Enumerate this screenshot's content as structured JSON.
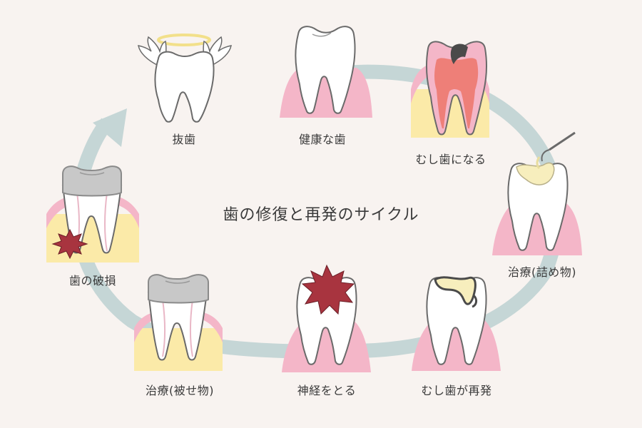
{
  "title": "歯の修復と再発のサイクル",
  "colors": {
    "background": "#f8f3f0",
    "cycle_arrow": "#c5d6d6",
    "gum": "#f4b6c8",
    "bone": "#fbeaa8",
    "tooth": "#ffffff",
    "tooth_outline": "#6a6a6a",
    "pulp": "#f4b6c8",
    "inflamed_pulp": "#ee7f78",
    "decay": "#4a4a4a",
    "filling": "#f7eebd",
    "crown": "#c8c8c8",
    "lesion": "#a8343f"
  },
  "stages": [
    {
      "id": "healthy",
      "label": "健康な歯",
      "icon": "healthy-tooth-icon"
    },
    {
      "id": "cavity",
      "label": "むし歯になる",
      "icon": "decayed-tooth-icon"
    },
    {
      "id": "filling",
      "label": "治療(詰め物)",
      "icon": "filled-tooth-icon"
    },
    {
      "id": "recurrence",
      "label": "むし歯が再発",
      "icon": "recurring-decay-tooth-icon"
    },
    {
      "id": "nerve",
      "label": "神経をとる",
      "icon": "nerve-removal-tooth-icon"
    },
    {
      "id": "crown",
      "label": "治療(被せ物)",
      "icon": "crowned-tooth-icon"
    },
    {
      "id": "fracture",
      "label": "歯の破損",
      "icon": "fractured-tooth-icon"
    },
    {
      "id": "extraction",
      "label": "抜歯",
      "icon": "angel-tooth-icon"
    }
  ]
}
